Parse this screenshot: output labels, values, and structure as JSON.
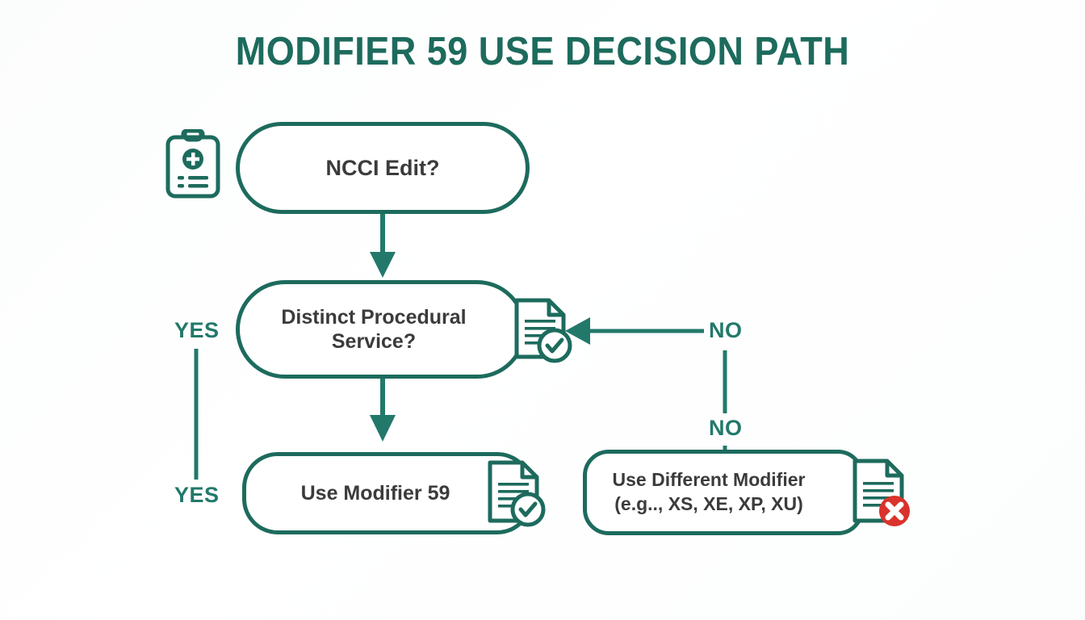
{
  "title": "MODIFIER 59 USE DECISION PATH",
  "theme": {
    "background": "#fdfdfd",
    "primary_teal": "#1d6b5d",
    "label_teal": "#22796a",
    "node_text": "#3b3b3b",
    "error_red": "#d9332c",
    "node_fill": "#ffffff"
  },
  "chart_data": {
    "type": "flowchart",
    "title": "MODIFIER 59 USE DECISION PATH",
    "orientation": "top-down",
    "nodes": [
      {
        "id": "ncci",
        "label": "NCCI Edit?",
        "shape": "pill",
        "icon": "clipboard-medical-icon"
      },
      {
        "id": "distinct",
        "label": "Distinct Procedural Service?",
        "shape": "pill",
        "icon": "document-check-icon"
      },
      {
        "id": "use59",
        "label": "Use Modifier 59",
        "shape": "rounded-rect",
        "icon": "document-check-icon"
      },
      {
        "id": "different",
        "label": "Use Different Modifier (e.g.., XS, XE, XP, XU)",
        "shape": "rounded-rect",
        "icon": "document-error-icon"
      }
    ],
    "edges": [
      {
        "from": "ncci",
        "to": "distinct",
        "label": "",
        "style": "arrow-down"
      },
      {
        "from": "distinct",
        "to": "use59",
        "label": "",
        "style": "arrow-down"
      },
      {
        "from": "ncci",
        "to": "use59",
        "label": "YES",
        "style": "left-rail"
      },
      {
        "from": "distinct",
        "to": "different",
        "label": "NO",
        "style": "right-rail"
      }
    ]
  },
  "nodes": {
    "ncci": {
      "label": "NCCI Edit?"
    },
    "distinct": {
      "label": "Distinct Procedural Service?"
    },
    "use59": {
      "label": "Use Modifier 59"
    },
    "different": {
      "line1": "Use Different Modifier",
      "line2": "(e.g.., XS, XE, XP, XU)"
    }
  },
  "branch_labels": {
    "yes_top": "YES",
    "yes_bottom": "YES",
    "no_top": "NO",
    "no_bottom": "NO"
  },
  "icons": {
    "clipboard": "clipboard-medical-icon",
    "doc_check_distinct": "document-check-icon",
    "doc_check_use59": "document-check-icon",
    "doc_error_different": "document-error-icon"
  }
}
